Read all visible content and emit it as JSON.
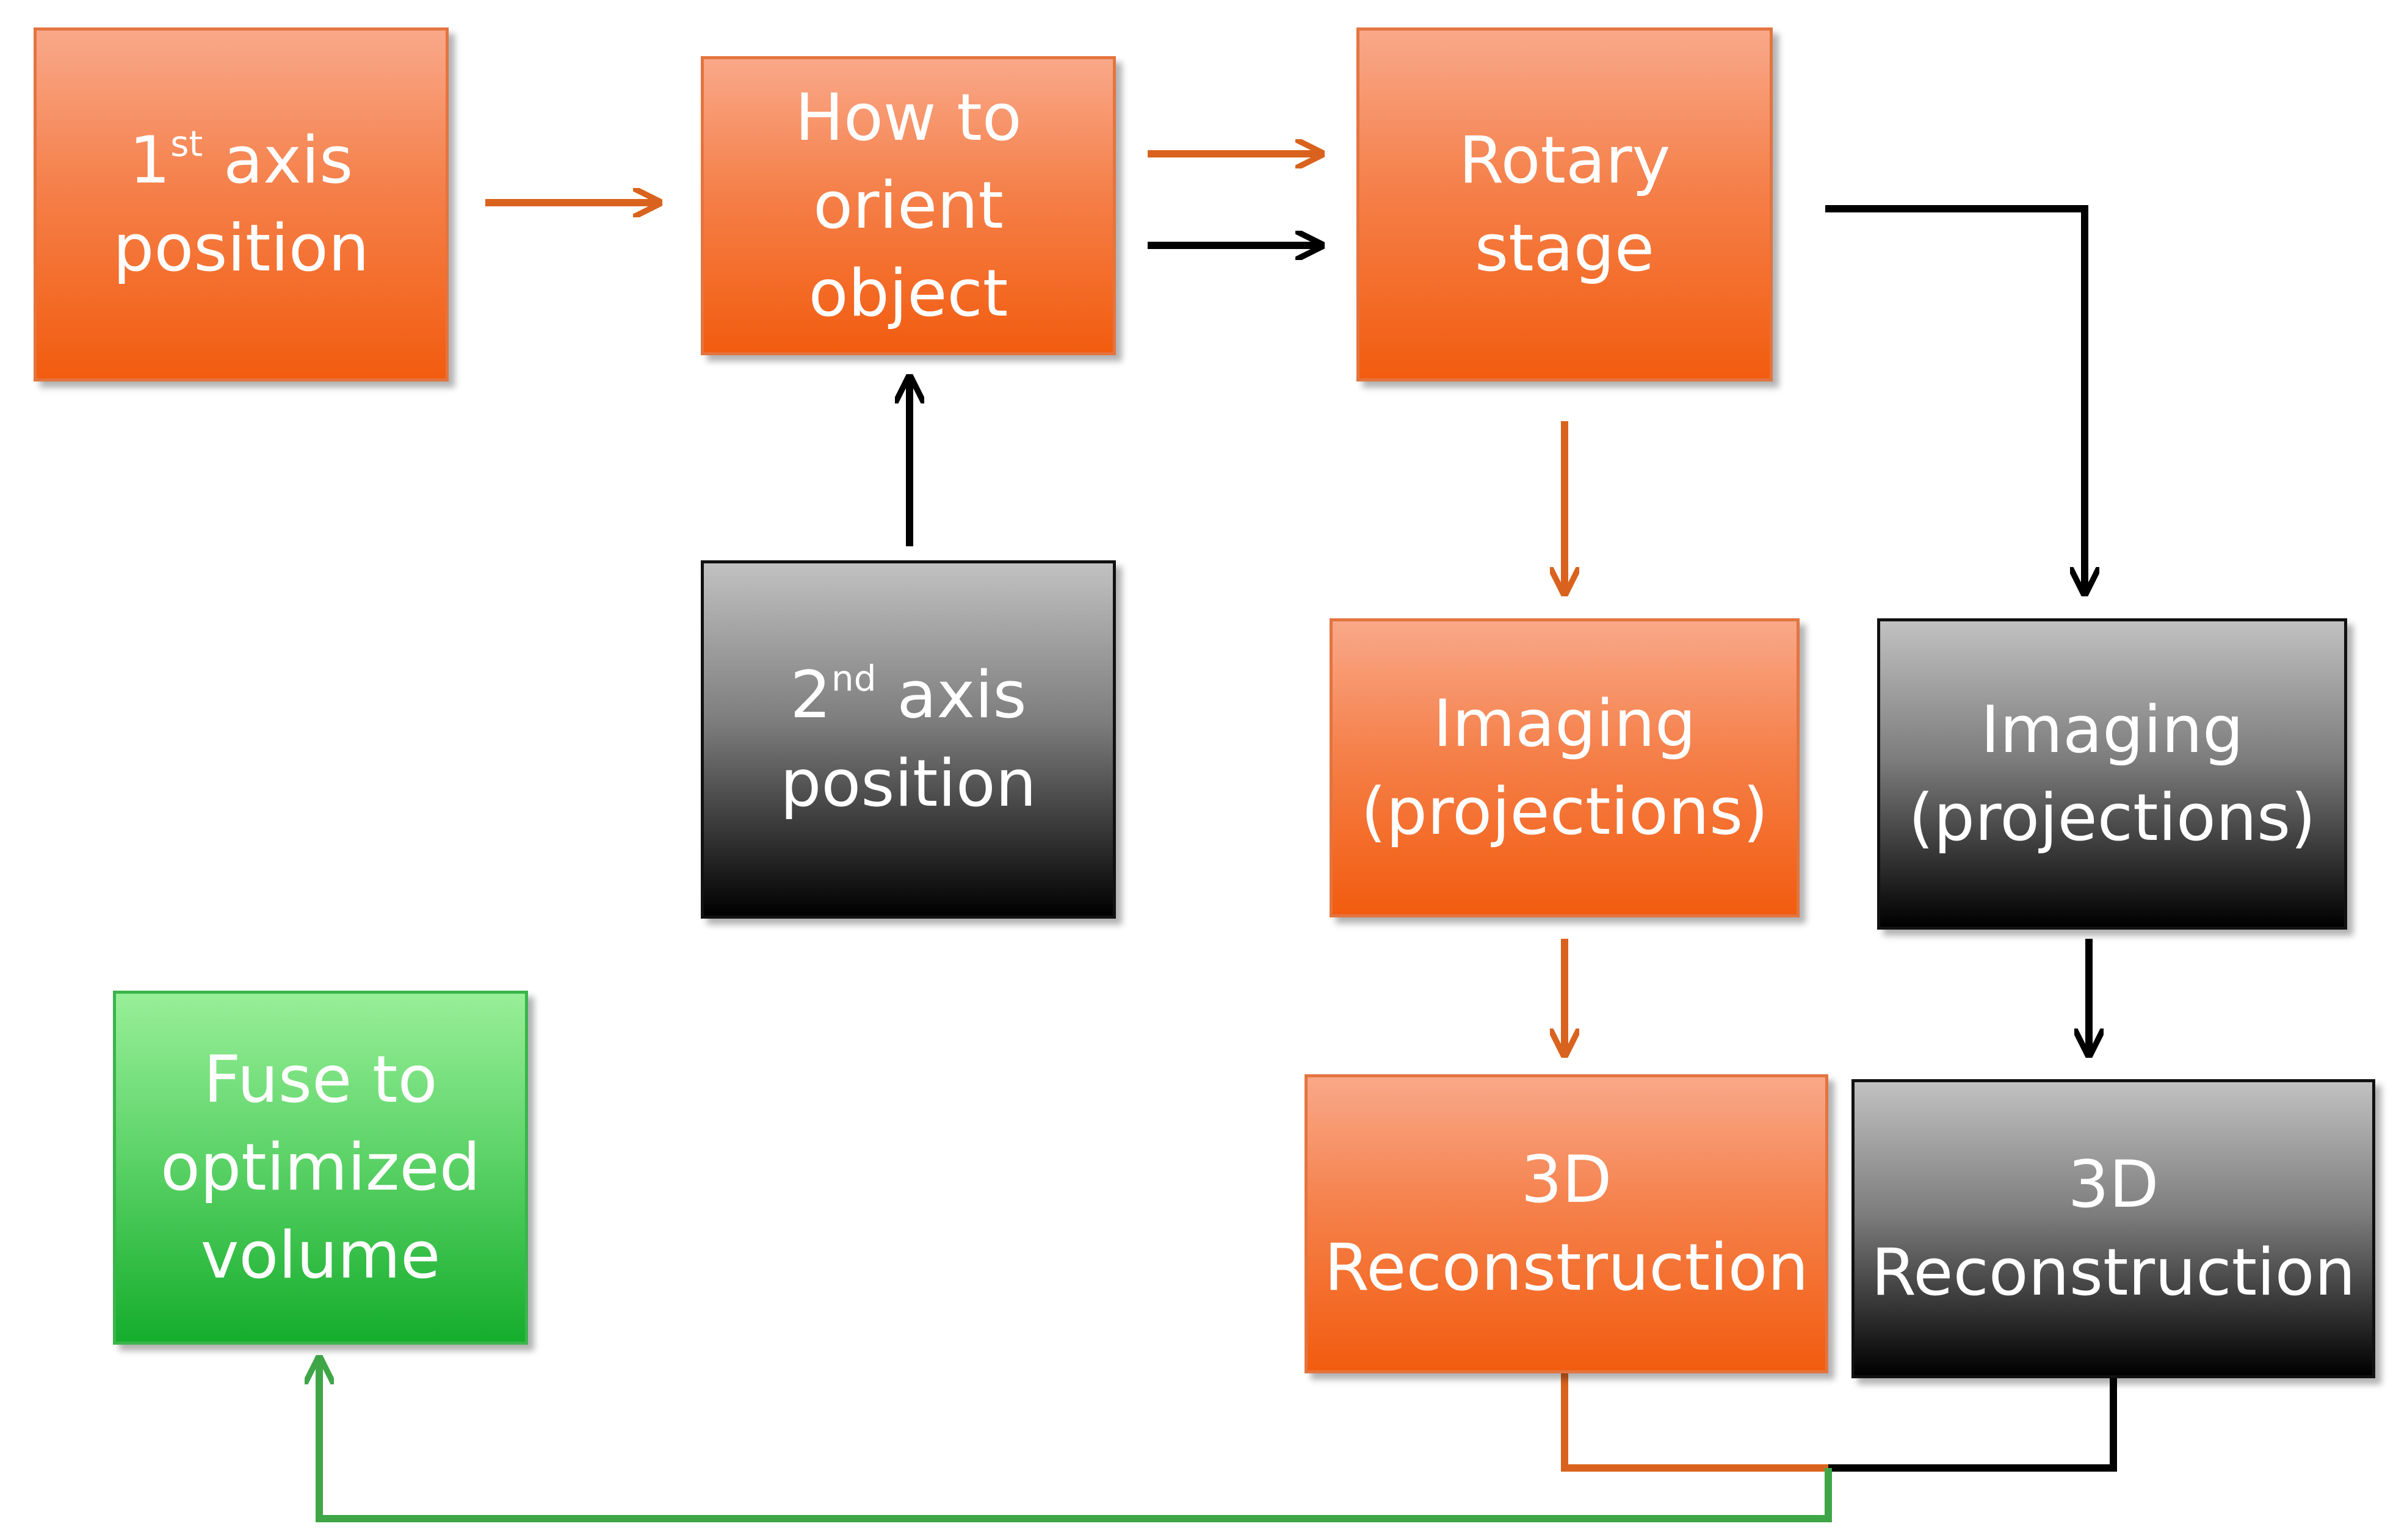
{
  "colors": {
    "orange_arrow": "#d9631e",
    "black_arrow": "#000000",
    "green_arrow": "#3fa647"
  },
  "boxes": {
    "first_axis": {
      "number": "1",
      "suffix": "st",
      "rest": "axis",
      "line2": "position"
    },
    "orient": {
      "line1": "How to",
      "line2": "orient",
      "line3": "object"
    },
    "rotary": {
      "line1": "Rotary",
      "line2": "stage"
    },
    "second_axis": {
      "number": "2",
      "suffix": "nd",
      "rest": "axis",
      "line2": "position"
    },
    "imaging_orange": {
      "line1": "Imaging",
      "line2": "(projections)"
    },
    "imaging_gray": {
      "line1": "Imaging",
      "line2": "(projections)"
    },
    "recon_orange": {
      "line1": "3D",
      "line2": "Reconstruction"
    },
    "recon_gray": {
      "line1": "3D",
      "line2": "Reconstruction"
    },
    "fuse": {
      "line1": "Fuse to",
      "line2": "optimized",
      "line3": "volume"
    }
  }
}
